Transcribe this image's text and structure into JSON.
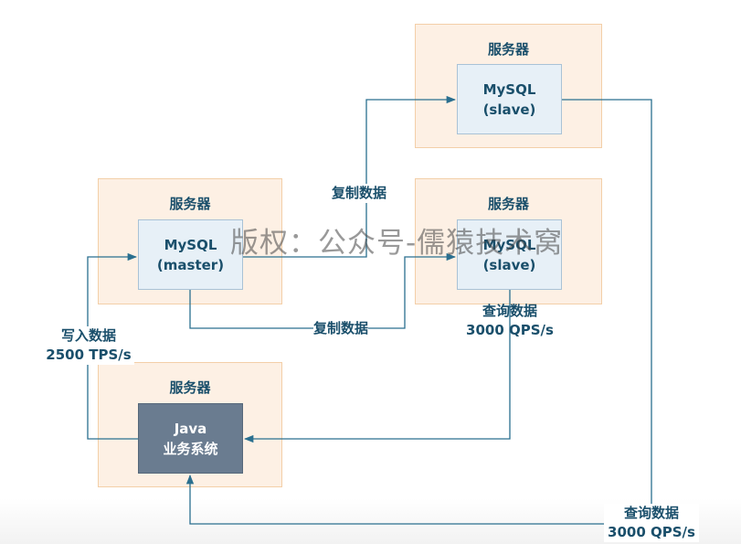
{
  "servers": {
    "top": {
      "title": "服务器",
      "db_line1": "MySQL",
      "db_line2": "(slave)"
    },
    "middle_left": {
      "title": "服务器",
      "db_line1": "MySQL",
      "db_line2": "(master)"
    },
    "middle_right": {
      "title": "服务器",
      "db_line1": "MySQL",
      "db_line2": "(slave)"
    },
    "bottom": {
      "title": "服务器",
      "app_line1": "Java",
      "app_line2": "业务系统"
    }
  },
  "labels": {
    "replicate_top": "复制数据",
    "replicate_bottom": "复制数据",
    "write_line1": "写入数据",
    "write_line2": "2500 TPS/s",
    "query_mid_line1": "查询数据",
    "query_mid_line2": "3000 QPS/s",
    "query_bottom_line1": "查询数据",
    "query_bottom_line2": "3000 QPS/s"
  },
  "watermark": "版权：公众号-儒猿技术窝",
  "colors": {
    "server_bg": "#fdf0e4",
    "db_bg": "#e7f0f7",
    "app_bg": "#6a7c90",
    "arrow": "#2a6f8f",
    "text": "#1a4f6b"
  }
}
